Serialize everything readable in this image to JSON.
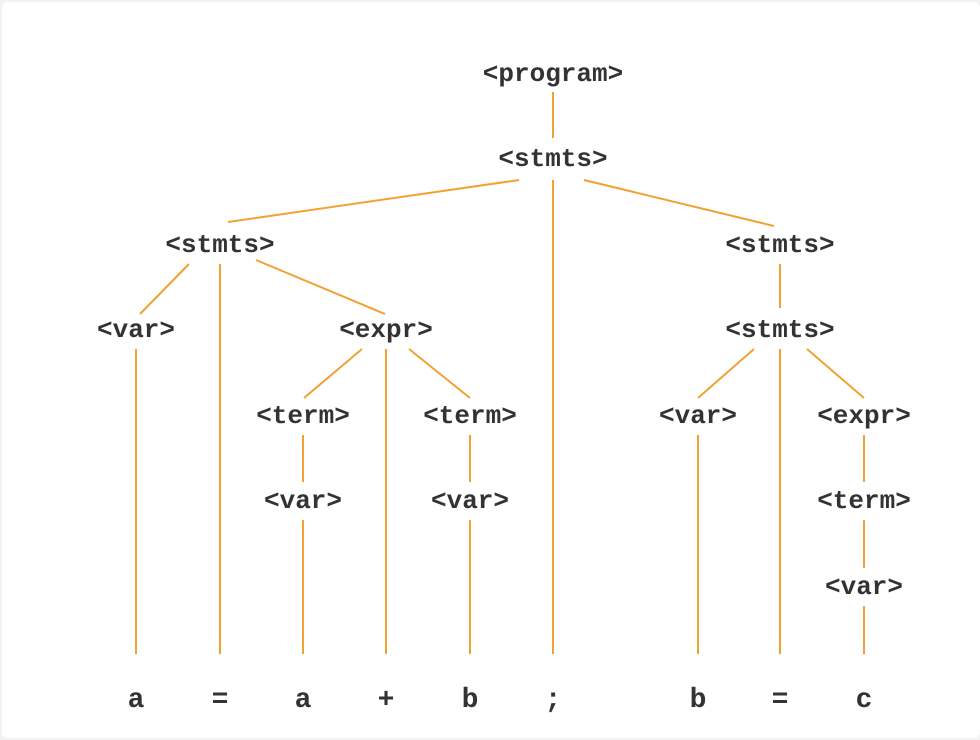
{
  "diagram": {
    "edge_color": "#f0a232",
    "text_color": "#333333",
    "nodes": {
      "program": "<program>",
      "stmts_root": "<stmts>",
      "stmts_left": "<stmts>",
      "stmts_right": "<stmts>",
      "stmts_right_inner": "<stmts>",
      "var_left": "<var>",
      "expr_left": "<expr>",
      "term_a": "<term>",
      "term_b": "<term>",
      "var_a": "<var>",
      "var_b": "<var>",
      "var_right": "<var>",
      "expr_right": "<expr>",
      "term_c": "<term>",
      "var_c": "<var>"
    },
    "tokens": [
      "a",
      "=",
      "a",
      "+",
      "b",
      ";",
      "b",
      "=",
      "c"
    ]
  }
}
